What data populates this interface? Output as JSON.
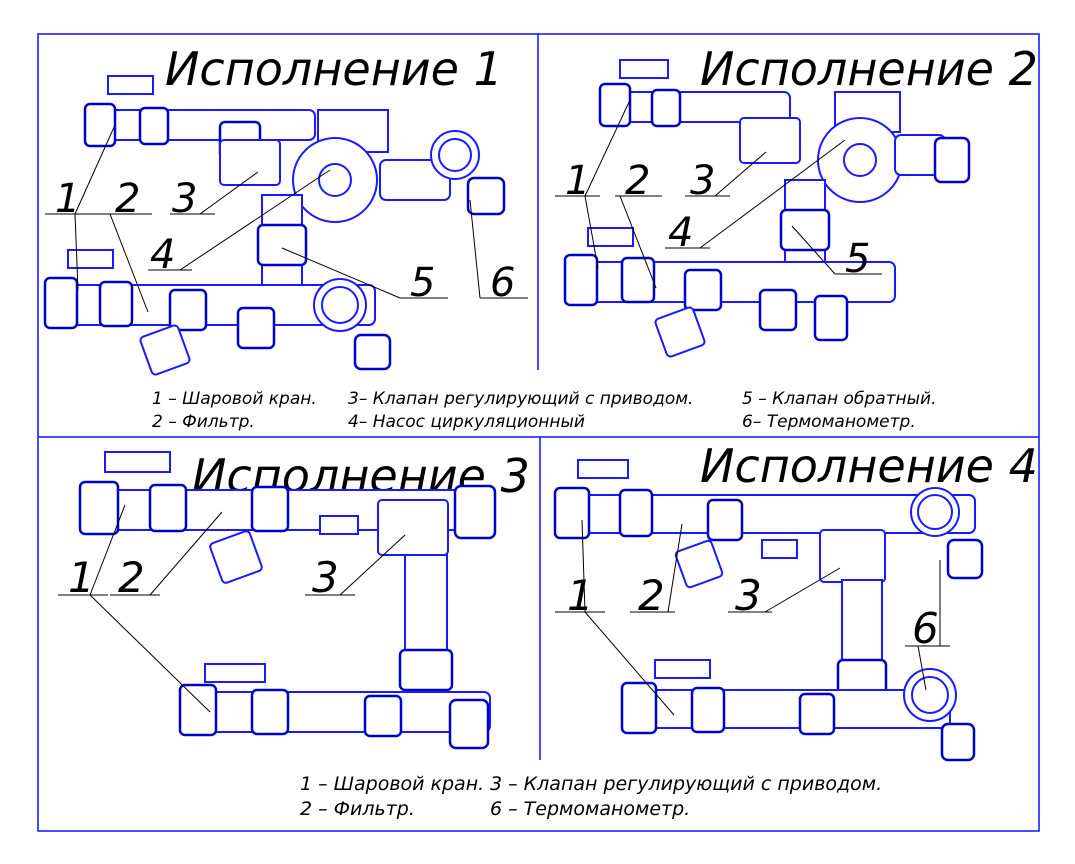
{
  "colors": {
    "line": "#0000ff",
    "ink": "#000000",
    "background": "#ffffff"
  },
  "panels": [
    {
      "title": "Исполнение 1",
      "labels": [
        "1",
        "2",
        "3",
        "4",
        "5",
        "6"
      ]
    },
    {
      "title": "Исполнение 2",
      "labels": [
        "1",
        "2",
        "3",
        "4",
        "5"
      ]
    },
    {
      "title": "Исполнение 3",
      "labels": [
        "1",
        "2",
        "3"
      ]
    },
    {
      "title": "Исполнение 4",
      "labels": [
        "1",
        "2",
        "3",
        "6"
      ]
    }
  ],
  "legend_top": {
    "line1": [
      "1 – Шаровой кран.",
      "3– Клапан регулирующий с приводом.",
      "5 – Клапан обратный."
    ],
    "line2": [
      "2 – Фильтр.",
      "4– Насос циркуляционный",
      "6– Термоманометр."
    ]
  },
  "legend_bottom": {
    "line1": [
      "1 – Шаровой кран.",
      "3 – Клапан регулирующий с приводом."
    ],
    "line2": [
      "2 – Фильтр.",
      "6 – Термоманометр."
    ]
  }
}
